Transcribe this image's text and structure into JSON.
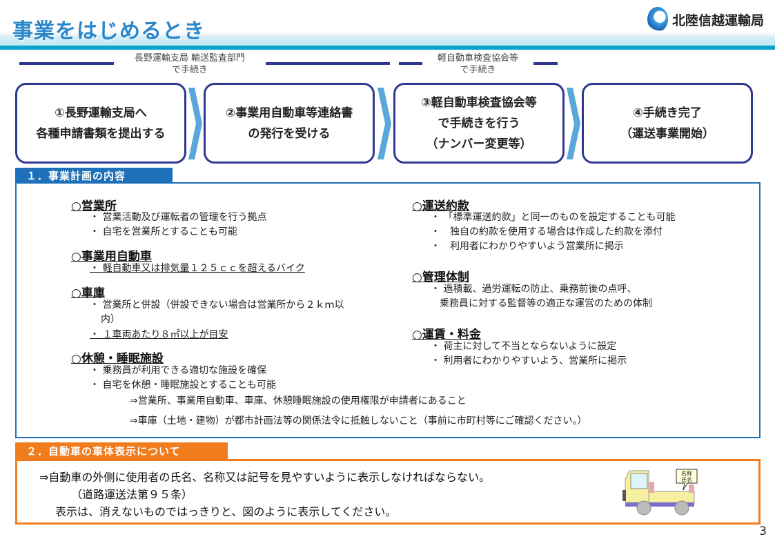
{
  "header": {
    "title": "事業をはじめるとき",
    "logo_text": "北陸信越運輸局"
  },
  "brackets": [
    {
      "line1": "長野運輸支局 輸送監査部門",
      "line2": "で手続き"
    },
    {
      "line1": "軽自動車検査協会等",
      "line2": "で手続き"
    }
  ],
  "steps": [
    {
      "line1": "①長野運輸支局へ",
      "line2": "各種申請書類を提出する"
    },
    {
      "line1": "②事業用自動車等連絡書",
      "line2": "の発行を受ける"
    },
    {
      "line1": "③軽自動車検査協会等",
      "line2": "で手続きを行う",
      "line3": "（ナンバー変更等）"
    },
    {
      "line1": "④手続き完了",
      "line2": "（運送事業開始）"
    }
  ],
  "section1": {
    "label": "１．事業計画の内容",
    "left": [
      {
        "heading": "○営業所",
        "items": [
          "・ 営業活動及び運転者の管理を行う拠点",
          "・ 自宅を営業所とすることも可能"
        ]
      },
      {
        "heading": "○事業用自動車",
        "items": [
          "・ 軽自動車又は排気量１２５ｃｃを超えるバイク"
        ]
      },
      {
        "heading": "○車庫",
        "items": [
          "・ 営業所と併設（併設できない場合は営業所から２ｋｍ以",
          "内）",
          "・ １車両あたり８㎡以上が目安"
        ]
      },
      {
        "heading": "○休憩・睡眠施設",
        "items": [
          "・ 乗務員が利用できる適切な施設を確保",
          "・ 自宅を休憩・睡眠施設とすることも可能"
        ]
      }
    ],
    "right": [
      {
        "heading": "○運送約款",
        "items": [
          "・ 「標準運送約款」と同一のものを設定することも可能",
          "・　独自の約款を使用する場合は作成した約款を添付",
          "・　利用者にわかりやすいよう営業所に掲示"
        ]
      },
      {
        "heading": "○管理体制",
        "items": [
          "・ 過積載、過労運転の防止、乗務前後の点呼、",
          "乗務員に対する監督等の適正な運営のための体制"
        ]
      },
      {
        "heading": "○運賃・料金",
        "items": [
          "・ 荷主に対して不当とならないように設定",
          "・ 利用者にわかりやすいよう、営業所に掲示"
        ]
      }
    ],
    "notes": [
      "⇒営業所、事業用自動車、車庫、休憩睡眠施設の使用権限が申請者にあること",
      "⇒車庫（土地・建物）が都市計画法等の関係法令に抵触しないこと（事前に市町村等にご確認ください。）"
    ]
  },
  "section2": {
    "label": "２．自動車の車体表示について",
    "lines": [
      "⇒自動車の外側に使用者の氏名、名称又は記号を見やすいように表示しなければならない。",
      "（道路運送法第９５条）",
      "表示は、消えないものではっきりと、図のように表示してください。"
    ],
    "truck_sign": "名称 氏名"
  },
  "page_number": "3"
}
